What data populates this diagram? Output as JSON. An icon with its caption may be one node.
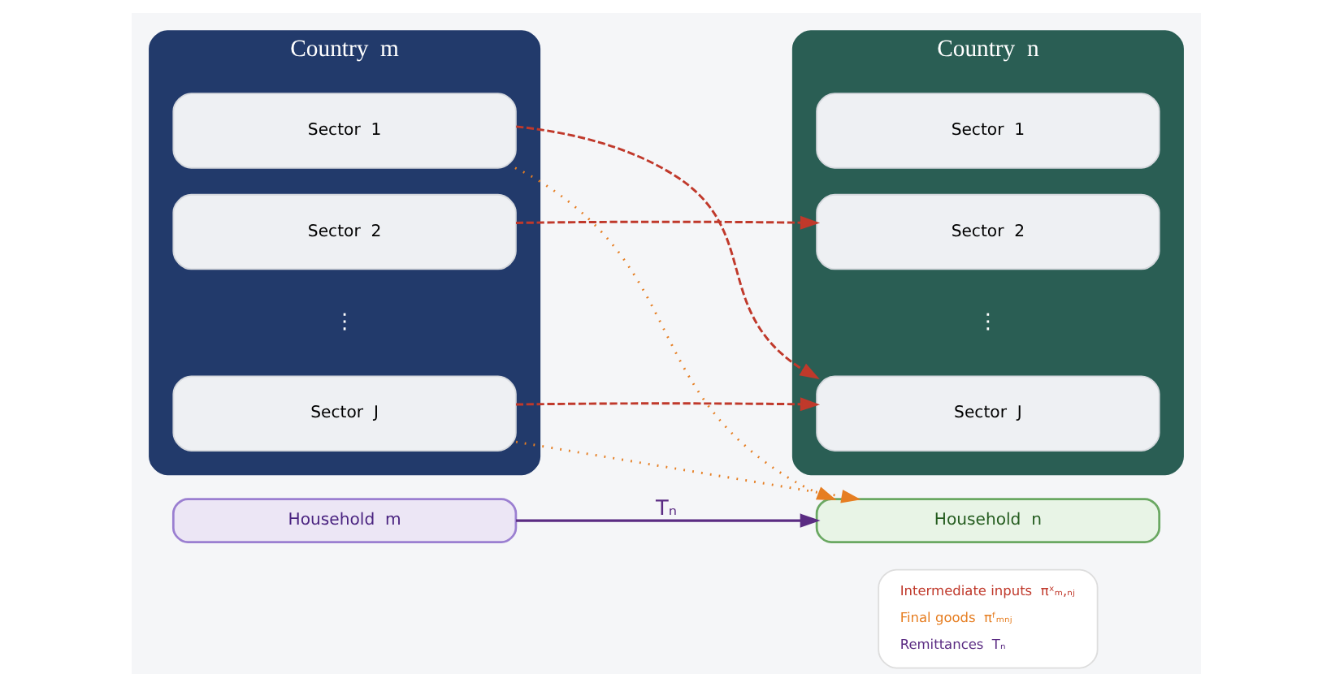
{
  "diagram": {
    "nodes": [
      {
        "text": [
          "Country  m"
        ]
      },
      {
        "text": [
          "Sector  1"
        ],
        "in": 0
      },
      {
        "text": [
          "Sector  2"
        ],
        "in": 0
      },
      {
        "text": [
          "Sector  J"
        ],
        "in": 0
      },
      {
        "text": [
          "Country  n"
        ]
      },
      {
        "text": [
          "Sector  1"
        ],
        "in": 4
      },
      {
        "text": [
          "Sector  2"
        ],
        "in": 4
      },
      {
        "text": [
          "Sector  J"
        ],
        "in": 4
      },
      {
        "text": [
          "Household  m"
        ]
      },
      {
        "text": [
          "Household  n"
        ]
      }
    ],
    "edges": [
      {
        "from": 1,
        "to": 7,
        "arrow": "to",
        "style": "dashed",
        "color": "#c0392b"
      },
      {
        "from": 2,
        "to": 6,
        "arrow": "to",
        "style": "dashed",
        "color": "#c0392b"
      },
      {
        "from": 3,
        "to": 7,
        "arrow": "to",
        "style": "dashed",
        "color": "#c0392b"
      },
      {
        "from": 1,
        "to": 9,
        "arrow": "to",
        "style": "dashed",
        "color": "#e67e22"
      },
      {
        "from": 3,
        "to": 9,
        "arrow": "to",
        "style": "dashed",
        "color": "#e67e22"
      },
      {
        "from": 8,
        "to": 9,
        "arrow": "to",
        "label": "Tₙ",
        "color": "#5b2c83"
      }
    ],
    "labels": [
      "⋮",
      "⋮"
    ],
    "legend": [
      {
        "text": "Intermediate inputs  πˣₘ,ₙⱼ"
      },
      {
        "text": "Final goods  πᶠₘₙⱼ"
      },
      {
        "text": "Remittances  Tₙ"
      }
    ]
  }
}
